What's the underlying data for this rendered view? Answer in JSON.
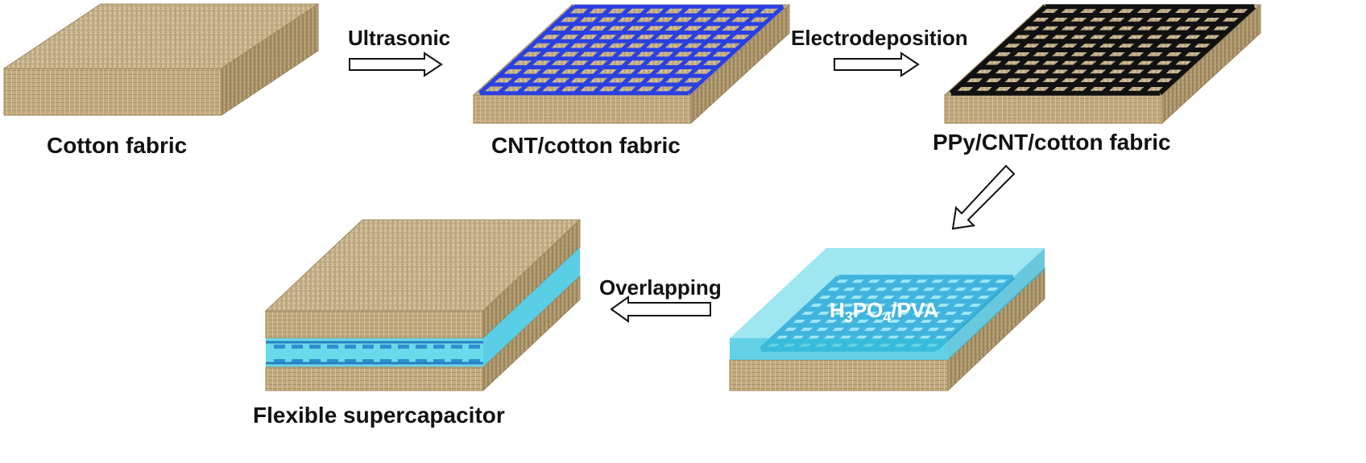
{
  "diagram": {
    "stages": {
      "cotton": "Cotton fabric",
      "cnt": "CNT/cotton fabric",
      "ppy": "PPy/CNT/cotton fabric",
      "device": "Flexible supercapacitor"
    },
    "steps": {
      "ultrasonic": "Ultrasonic",
      "electrodeposition": "Electrodeposition",
      "overlapping": "Overlapping"
    },
    "electrolyte": {
      "h": "H",
      "sub3": "3",
      "po": "PO",
      "sub4": "4",
      "rest": "/PVA"
    }
  },
  "colors": {
    "fabric_top": "#c9b58f",
    "fabric_side": "#b29c74",
    "fabric_front": "#c6ad82",
    "cnt_grid": "#2b40e0",
    "ppy_grid": "#111111",
    "gel": "#4fd3e6",
    "gel_grid": "#2f8fd0"
  }
}
